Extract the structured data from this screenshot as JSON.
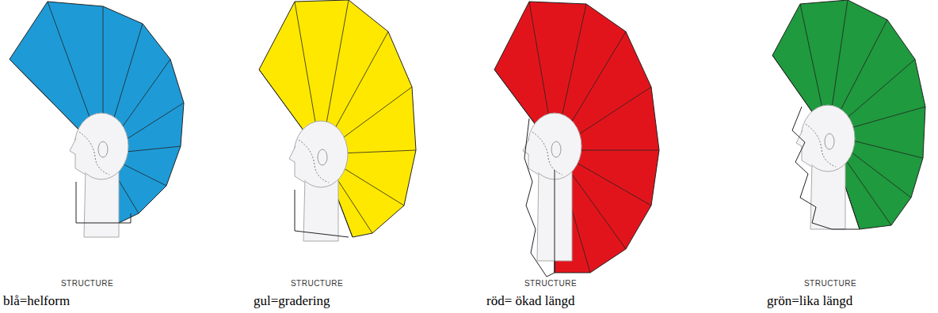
{
  "diagram": {
    "labels": [
      "STRUCTURE",
      "STRUCTURE",
      "STRUCTURE",
      "STRUCTURE"
    ],
    "legend": [
      {
        "text": "blå=helform",
        "color": "#1e9bd7"
      },
      {
        "text": "gul=gradering",
        "color": "#ffe800"
      },
      {
        "text": "röd= ökad längd",
        "color": "#e2141b"
      },
      {
        "text": "grön=lika längd",
        "color": "#1f9a3e"
      }
    ]
  }
}
